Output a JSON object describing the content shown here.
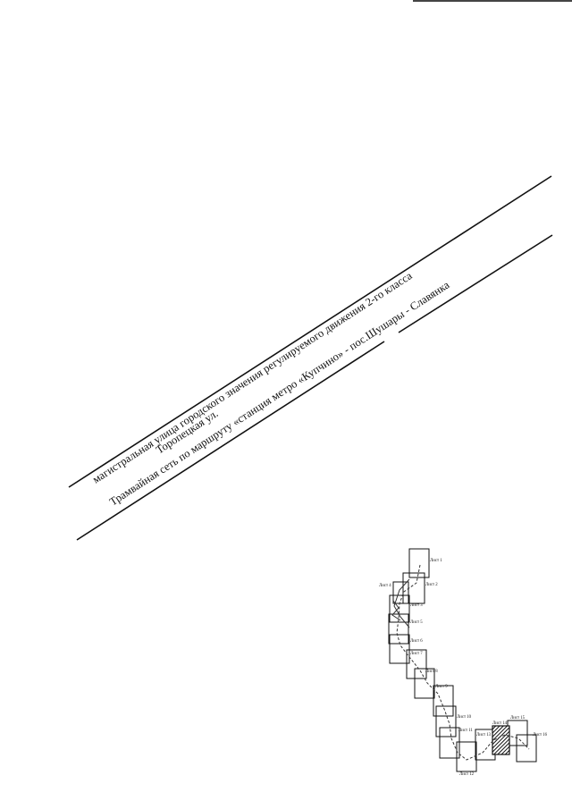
{
  "labels": {
    "street_class": "магистральная улица городского значения регулируемого движения 2-го класса",
    "street_name": "Торопецкая ул.",
    "tram_route": "Трамвайная сеть по маршруту «станция метро «Купчино» - пос.Шушары - Славянка"
  },
  "sheet_index": {
    "sheets": [
      {
        "n": 1,
        "label": "Лист 1"
      },
      {
        "n": 2,
        "label": "Лист 2"
      },
      {
        "n": 3,
        "label": "Лист 3"
      },
      {
        "n": 4,
        "label": "Лист 4"
      },
      {
        "n": 5,
        "label": "Лист 5"
      },
      {
        "n": 6,
        "label": "Лист 6"
      },
      {
        "n": 7,
        "label": "Лист 7"
      },
      {
        "n": 8,
        "label": "Лист 8"
      },
      {
        "n": 9,
        "label": "Лист 9"
      },
      {
        "n": 10,
        "label": "Лист 10"
      },
      {
        "n": 11,
        "label": "Лист 11"
      },
      {
        "n": 12,
        "label": "Лист 12"
      },
      {
        "n": 13,
        "label": "Лист 13"
      },
      {
        "n": 14,
        "label": "Лист 14"
      },
      {
        "n": 15,
        "label": "Лист 15"
      },
      {
        "n": 16,
        "label": "Лист 16"
      }
    ],
    "highlighted_sheet": 14,
    "highlight_color": "#222222"
  }
}
